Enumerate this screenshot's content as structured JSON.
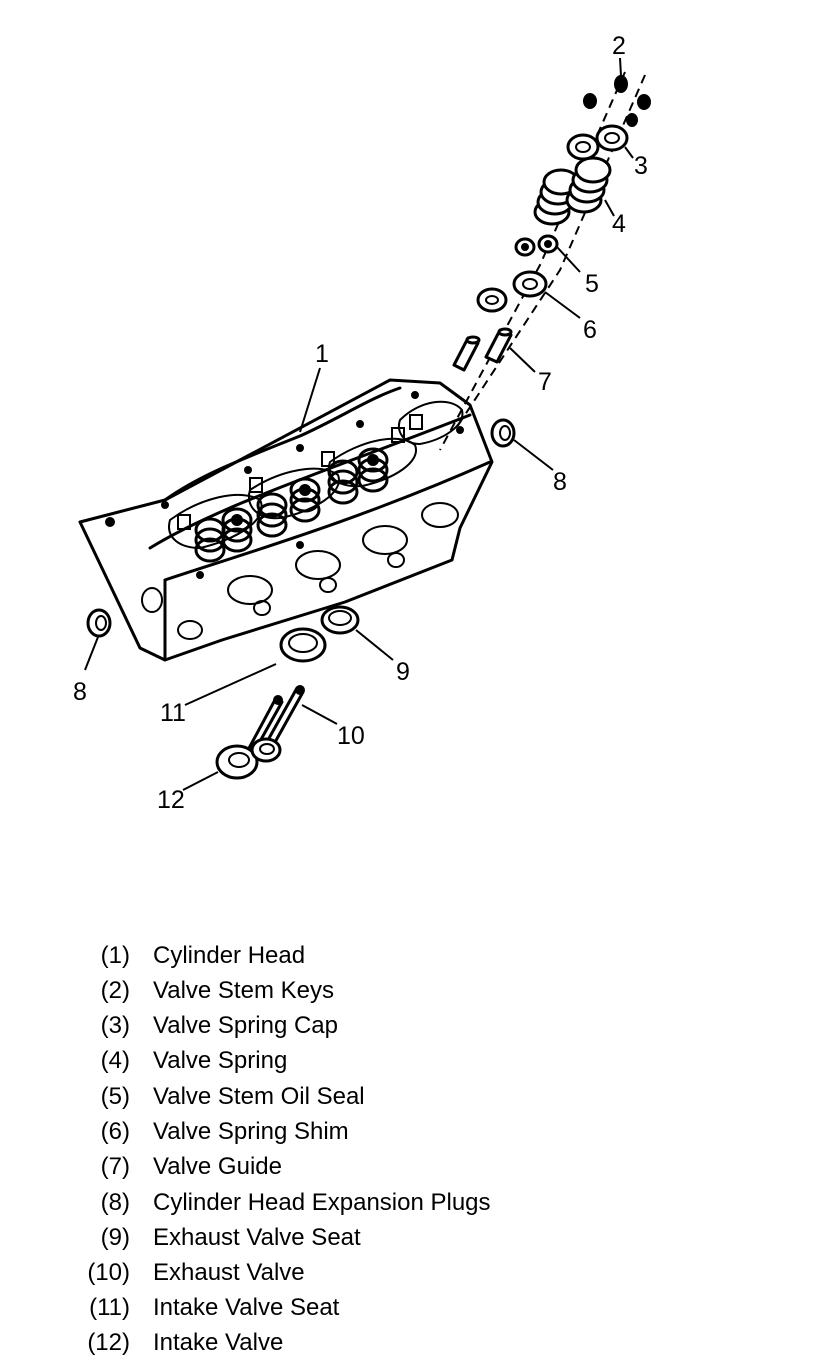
{
  "callouts": [
    "1",
    "2",
    "3",
    "4",
    "5",
    "6",
    "7",
    "8",
    "8",
    "9",
    "10",
    "11",
    "12"
  ],
  "legend": [
    {
      "number": "(1)",
      "label": "Cylinder Head"
    },
    {
      "number": "(2)",
      "label": "Valve Stem Keys"
    },
    {
      "number": "(3)",
      "label": "Valve Spring Cap"
    },
    {
      "number": "(4)",
      "label": "Valve Spring"
    },
    {
      "number": "(5)",
      "label": "Valve Stem Oil Seal"
    },
    {
      "number": "(6)",
      "label": "Valve Spring Shim"
    },
    {
      "number": "(7)",
      "label": "Valve Guide"
    },
    {
      "number": "(8)",
      "label": "Cylinder Head Expansion Plugs"
    },
    {
      "number": "(9)",
      "label": "Exhaust Valve Seat"
    },
    {
      "number": "(10)",
      "label": "Exhaust Valve"
    },
    {
      "number": "(11)",
      "label": "Intake Valve Seat"
    },
    {
      "number": "(12)",
      "label": "Intake Valve"
    }
  ]
}
